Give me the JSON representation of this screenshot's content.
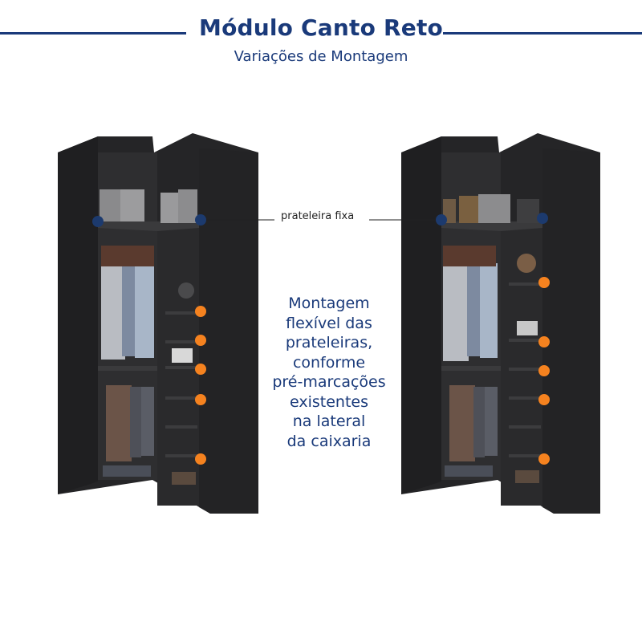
{
  "title": "Módulo Canto Reto",
  "subtitle": "Variações de Montagem",
  "callout_label": "prateleira fixa",
  "description": "Montagem\nflexível das\nprateleiras,\nconforme\npré-marcações\nexistentes\nna lateral\nda caixaria",
  "colors": {
    "brand_blue": "#1a3a7a",
    "marker_orange": "#f5821f",
    "marker_blue": "#1c3a6e",
    "cabinet": "#2b2b2d"
  }
}
